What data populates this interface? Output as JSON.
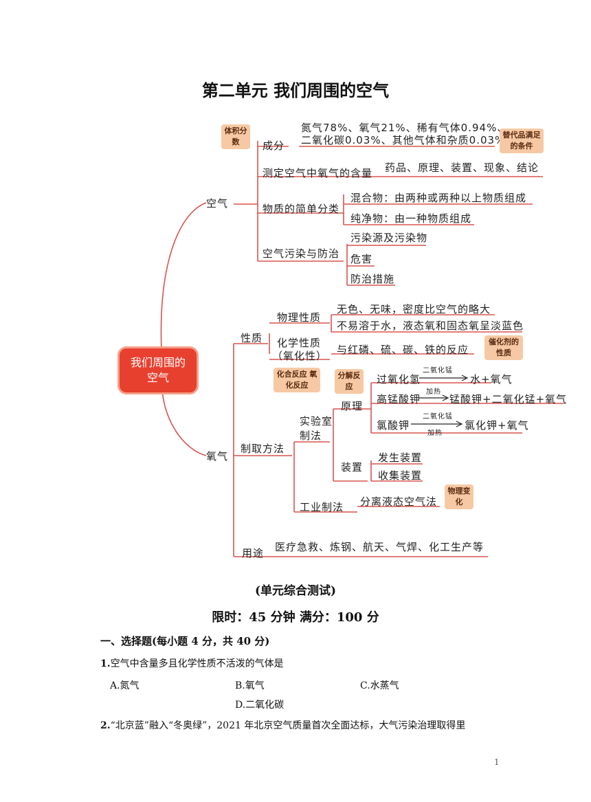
{
  "title": "第二单元  我们周围的空气",
  "mindmap": {
    "center": "我们周围的空气",
    "air": {
      "label": "空气",
      "composition": {
        "label": "成分",
        "tag": "体积分数",
        "line1": "氮气78%、氧气21%、稀有气体0.94%、",
        "line2": "二氧化碳0.03%、其他气体和杂质0.03%",
        "tag2": "替代品满足的条件"
      },
      "measure": {
        "label": "测定空气中氧气的含量",
        "detail": "药品、原理、装置、现象、结论"
      },
      "classify": {
        "label": "物质的简单分类",
        "mixture": "混合物：由两种或两种以上物质组成",
        "pure": "纯净物：由一种物质组成"
      },
      "pollution": {
        "label": "空气污染与防治",
        "items": [
          "污染源及污染物",
          "危害",
          "防治措施"
        ]
      }
    },
    "oxygen": {
      "label": "氧气",
      "properties": {
        "label": "性质",
        "physical": {
          "label": "物理性质",
          "line1": "无色、无味，密度比空气的略大",
          "line2": "不易溶于水，液态氧和固态氧呈淡蓝色"
        },
        "chemical": {
          "label1": "化学性质",
          "label2": "（氧化性）",
          "detail": "与红磷、硫、碳、铁的反应",
          "tag": "催化剂的性质"
        },
        "tag_left": "化合反应 氧化反应"
      },
      "preparation": {
        "label": "制取方法",
        "lab": {
          "label": "实验室制法",
          "principle": {
            "label": "原理",
            "tag": "分解反应",
            "r1_left": "过氧化氢",
            "r1_cond_top": "二氧化锰",
            "r1_right": "水+氧气",
            "r2_left": "高锰酸钾",
            "r2_cond_top": "加热",
            "r2_right": "锰酸钾+二氧化锰+氧气",
            "r3_left": "氯酸钾",
            "r3_cond_top": "二氧化锰",
            "r3_cond_bottom": "加热",
            "r3_right": "氯化钾+氧气"
          },
          "apparatus": {
            "label": "装置",
            "gen": "发生装置",
            "col": "收集装置"
          }
        },
        "industry": {
          "label": "工业制法",
          "detail": "分离液态空气法",
          "tag": "物理变化"
        }
      },
      "uses": {
        "label": "用途",
        "detail": "医疗急救、炼钢、航天、气焊、化工生产等"
      }
    }
  },
  "test": {
    "title": "(单元综合测试)",
    "time": "限时：45 分钟  满分：100 分",
    "section1": "一、选择题(每小题 4 分，共 40 分)",
    "q1": {
      "num": "1.",
      "text": "空气中含量多且化学性质不活泼的气体是",
      "options": [
        "A.氮气",
        "B.氧气",
        "C.水蒸气",
        "D.二氧化碳"
      ]
    },
    "q2": {
      "num": "2.",
      "text": "“北京蓝”融入“冬奥绿”，2021 年北京空气质量首次全面达标，大气污染治理取得里"
    }
  },
  "page_number": "1",
  "colors": {
    "line": "#d9534f",
    "tag": "#f6c9a4",
    "center": "#e8402f"
  }
}
